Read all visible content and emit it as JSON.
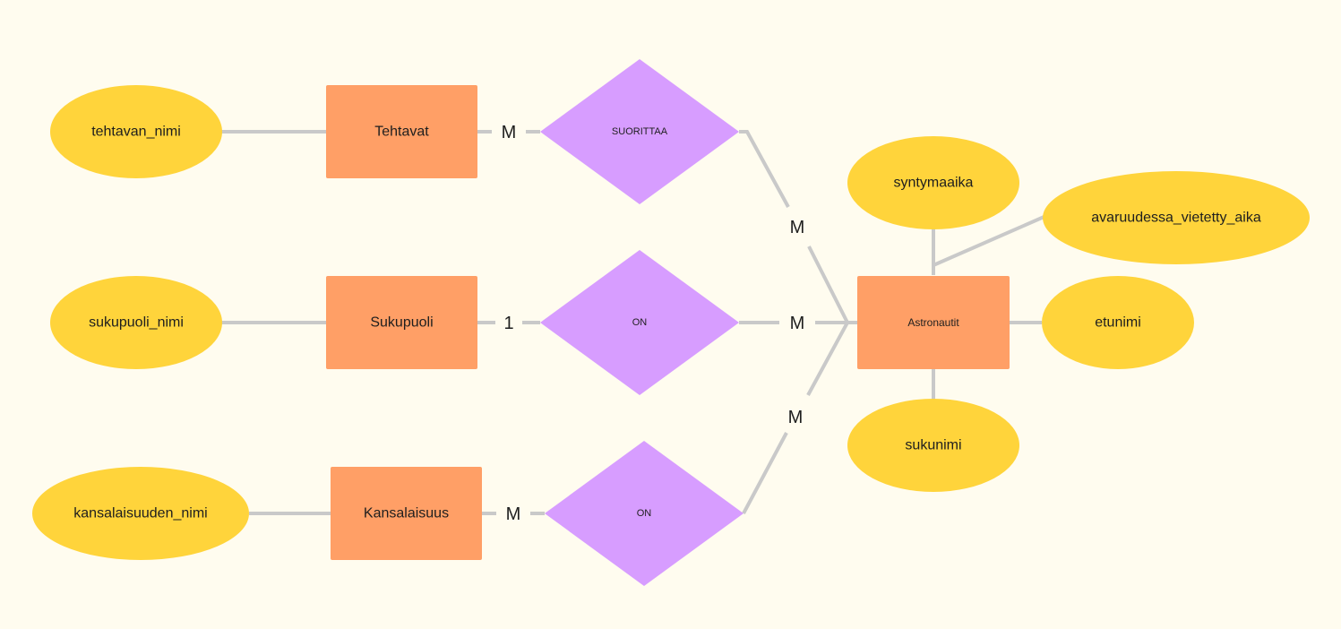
{
  "diagram": {
    "attributes": [
      {
        "id": "tehtavan_nimi",
        "label": "tehtavan_nimi"
      },
      {
        "id": "sukupuoli_nimi",
        "label": "sukupuoli_nimi"
      },
      {
        "id": "kansalaisuuden_nimi",
        "label": "kansalaisuuden_nimi"
      },
      {
        "id": "syntymaaika",
        "label": "syntymaaika"
      },
      {
        "id": "avaruudessa_vietetty_aika",
        "label": "avaruudessa_vietetty_aika"
      },
      {
        "id": "etunimi",
        "label": "etunimi"
      },
      {
        "id": "sukunimi",
        "label": "sukunimi"
      }
    ],
    "entities": [
      {
        "id": "tehtavat",
        "label": "Tehtavat"
      },
      {
        "id": "sukupuoli",
        "label": "Sukupuoli"
      },
      {
        "id": "kansalaisuus",
        "label": "Kansalaisuus"
      },
      {
        "id": "astronautit",
        "label": "Astronautit"
      }
    ],
    "relationships": [
      {
        "id": "suorittaa",
        "label": "SUORITTAA"
      },
      {
        "id": "on1",
        "label": "ON"
      },
      {
        "id": "on2",
        "label": "ON"
      }
    ],
    "cardinalities": [
      {
        "id": "c1",
        "label": "M"
      },
      {
        "id": "c2",
        "label": "M"
      },
      {
        "id": "c3",
        "label": "1"
      },
      {
        "id": "c4",
        "label": "M"
      },
      {
        "id": "c5",
        "label": "M"
      },
      {
        "id": "c6",
        "label": "M"
      }
    ],
    "colors": {
      "background": "#fffcef",
      "attribute": "#ffd43b",
      "entity": "#ff9f66",
      "relationship": "#d79dff",
      "connector": "#c9c9c9",
      "text": "#1e1e1e"
    }
  }
}
